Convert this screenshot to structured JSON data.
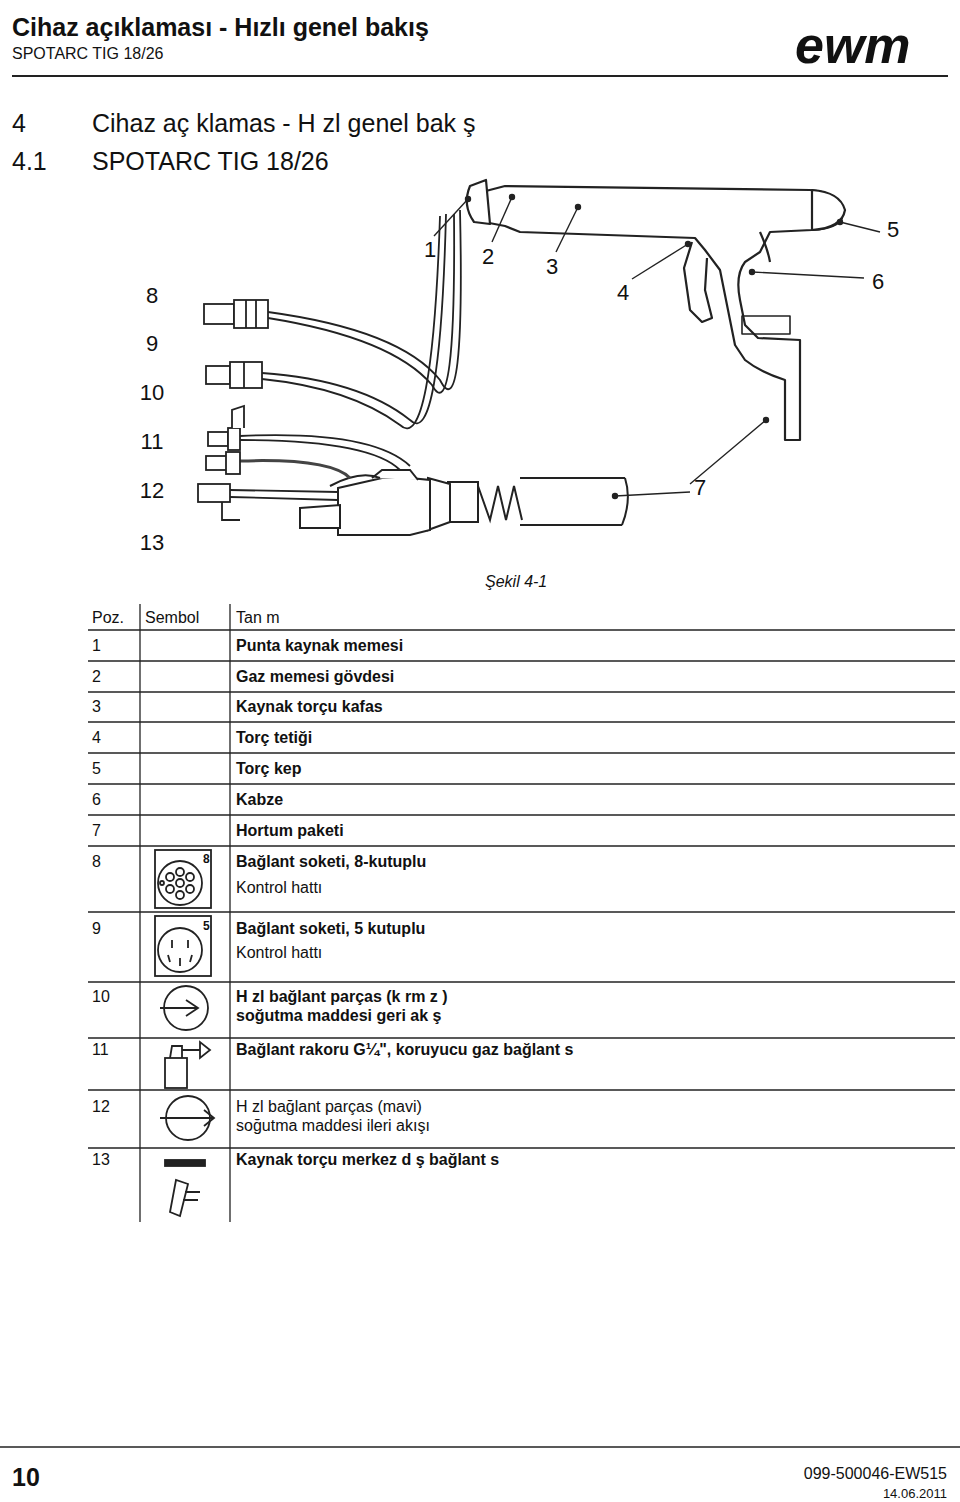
{
  "diagram": {
    "title": "Cihaz aç klamas - H zl genel bak ş",
    "caption": "Şekil 4-1",
    "labels": [
      "Cihaz açıklaması - Hızlı genel bakış",
      "SPOTARC TIG 18/26",
      "ewm",
      "4",
      "4.1",
      "SPOTARC TIG 18/26",
      "1",
      "2",
      "3",
      "4",
      "5",
      "6",
      "7",
      "8",
      "9",
      "10",
      "11",
      "12",
      "13",
      "Poz.",
      "Sembol",
      "Tan m",
      "1",
      "Punta kaynak memesi",
      "2",
      "Gaz memesi gövdesi",
      "3",
      "Kaynak torçu kafas",
      "4",
      "Torç tetiği",
      "5",
      "Torç kep",
      "6",
      "Kabze",
      "7",
      "Hortum paketi",
      "8",
      "8",
      "Bağlant soketi, 8-kutuplu",
      "Kontrol hattı",
      "9",
      "5",
      "Bağlant soketi, 5 kutuplu",
      "Kontrol hattı",
      "10",
      "H zl bağlant parças (k rm z ) soğutma maddesi geri ak ş",
      "11",
      "Bağlant rakoru G¼\", koruyucu gaz bağlant s",
      "12",
      "H zl bağlant parças (mavi) soğutma maddesi ileri akışı",
      "13",
      "Kaynak torçu merkez d ş bağlant s",
      "10",
      "099-500046-EW515",
      "14.06.2011"
    ]
  }
}
